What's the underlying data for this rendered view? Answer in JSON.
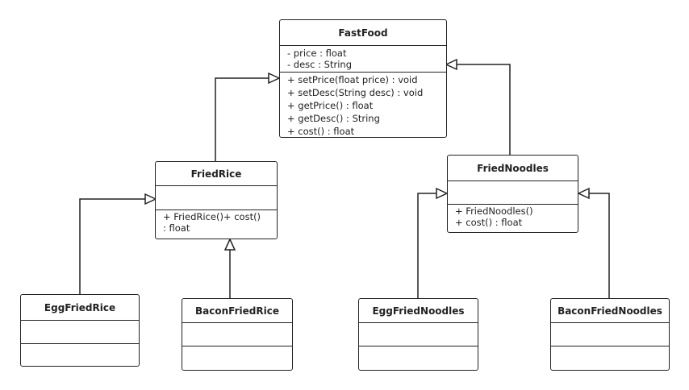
{
  "classes": {
    "fastfood": {
      "name": "FastFood",
      "attributes": [
        "- price : float",
        "- desc : String"
      ],
      "operations": [
        "+ setPrice(float price) : void",
        "+ setDesc(String desc) : void",
        "+ getPrice() : float",
        "+ getDesc() : String",
        "+ cost() : float"
      ]
    },
    "friedrice": {
      "name": "FriedRice",
      "attributes": [],
      "operations": [
        "+ FriedRice()+ cost()",
        ": float"
      ]
    },
    "friednoodles": {
      "name": "FriedNoodles",
      "attributes": [],
      "operations": [
        "+ FriedNoodles()",
        "+ cost() : float"
      ]
    },
    "eggfriedrice": {
      "name": "EggFriedRice"
    },
    "baconfriedrice": {
      "name": "BaconFriedRice"
    },
    "eggfriednoodles": {
      "name": "EggFriedNoodles"
    },
    "baconfriednoodles": {
      "name": "BaconFriedNoodles"
    }
  },
  "relations": [
    {
      "type": "generalization",
      "from": "FriedRice",
      "to": "FastFood"
    },
    {
      "type": "generalization",
      "from": "FriedNoodles",
      "to": "FastFood"
    },
    {
      "type": "generalization",
      "from": "EggFriedRice",
      "to": "FriedRice"
    },
    {
      "type": "generalization",
      "from": "BaconFriedRice",
      "to": "FriedRice"
    },
    {
      "type": "generalization",
      "from": "EggFriedNoodles",
      "to": "FriedNoodles"
    },
    {
      "type": "generalization",
      "from": "BaconFriedNoodles",
      "to": "FriedNoodles"
    }
  ],
  "colors": {
    "stroke": "#222222",
    "background": "#ffffff"
  }
}
